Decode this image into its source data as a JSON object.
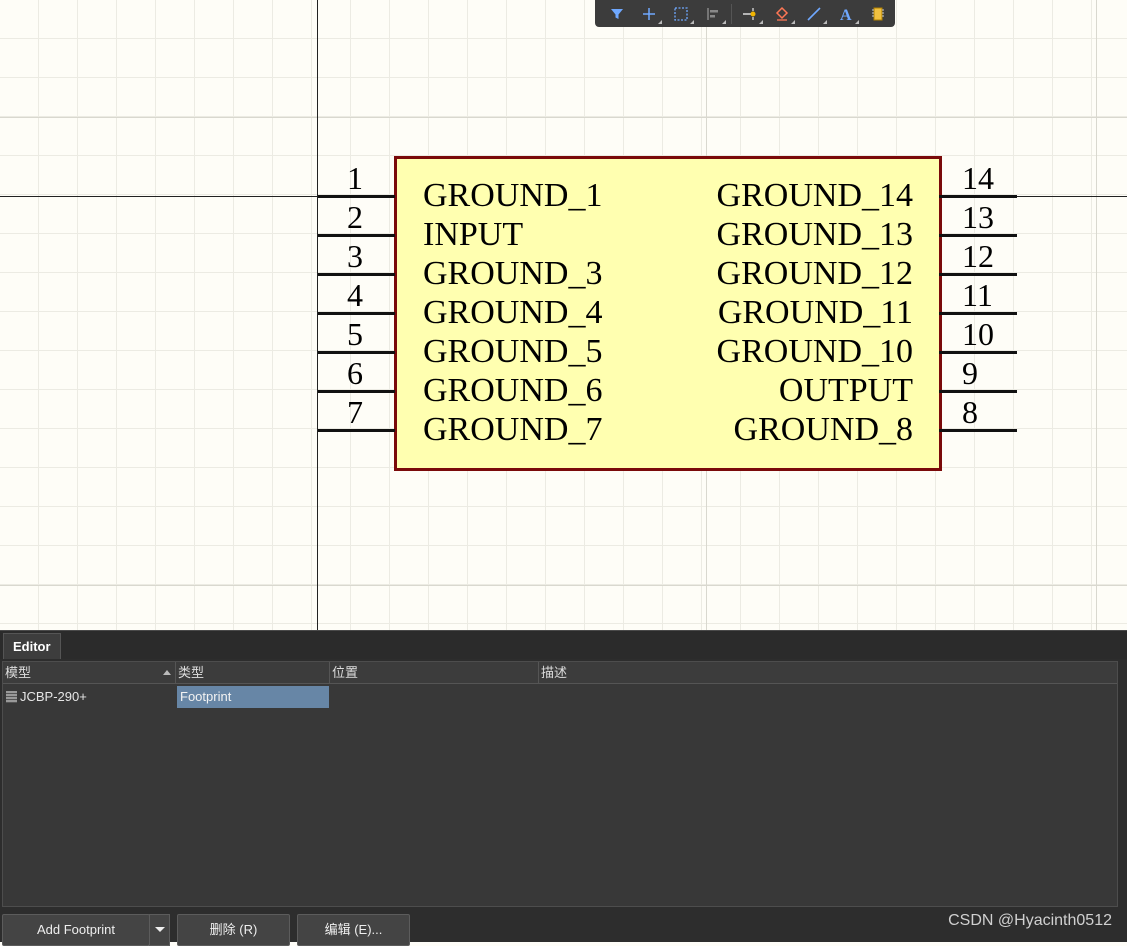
{
  "schematic": {
    "left_pins": [
      {
        "num": "1",
        "label": "GROUND_1"
      },
      {
        "num": "2",
        "label": "INPUT"
      },
      {
        "num": "3",
        "label": "GROUND_3"
      },
      {
        "num": "4",
        "label": "GROUND_4"
      },
      {
        "num": "5",
        "label": "GROUND_5"
      },
      {
        "num": "6",
        "label": "GROUND_6"
      },
      {
        "num": "7",
        "label": "GROUND_7"
      }
    ],
    "right_pins": [
      {
        "num": "14",
        "label": "GROUND_14"
      },
      {
        "num": "13",
        "label": "GROUND_13"
      },
      {
        "num": "12",
        "label": "GROUND_12"
      },
      {
        "num": "11",
        "label": "GROUND_11"
      },
      {
        "num": "10",
        "label": "GROUND_10"
      },
      {
        "num": "9",
        "label": "OUTPUT"
      },
      {
        "num": "8",
        "label": "GROUND_8"
      }
    ],
    "body_fill": "#ffffb0",
    "body_border": "#7a0a0a"
  },
  "toolbar": {
    "icons": [
      "filter-icon",
      "cross-icon",
      "select-rect-icon",
      "align-icon",
      "pin-icon",
      "eraser-icon",
      "line-icon",
      "text-icon",
      "component-icon"
    ]
  },
  "editor": {
    "tab_label": "Editor",
    "columns": {
      "model": "模型",
      "type": "类型",
      "location": "位置",
      "description": "描述"
    },
    "rows": [
      {
        "model": "JCBP-290+",
        "type": "Footprint",
        "location": "",
        "description": ""
      }
    ],
    "buttons": {
      "add_footprint": "Add Footprint",
      "delete": "删除 (R)",
      "edit": "编辑 (E)..."
    },
    "watermark": "CSDN @Hyacinth0512"
  }
}
